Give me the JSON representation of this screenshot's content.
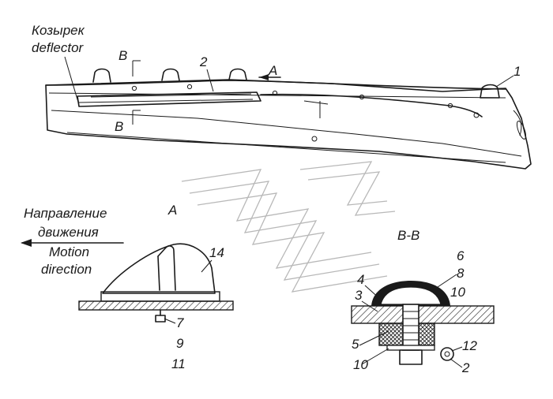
{
  "labels": {
    "deflector_ru": "Козырек",
    "deflector_en": "deflector",
    "direction_ru_1": "Направление",
    "direction_ru_2": "движения",
    "direction_en_1": "Motion",
    "direction_en_2": "direction",
    "section_bb": "B-B",
    "view_a_top": "A",
    "view_a_detail": "A",
    "cut_b_top": "B",
    "cut_b_bottom": "B"
  },
  "callouts": [
    "1",
    "2",
    "14",
    "7",
    "9",
    "11",
    "6",
    "8",
    "10",
    "4",
    "3",
    "5",
    "10",
    "12",
    "2"
  ]
}
